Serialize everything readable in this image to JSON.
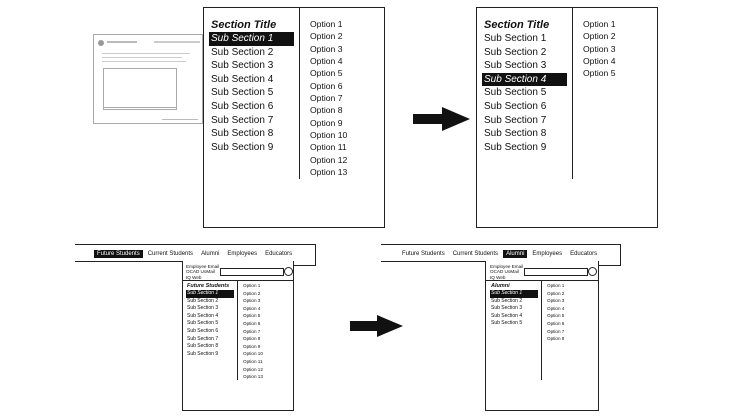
{
  "panel_top_left": {
    "title": "Section Title",
    "sections": [
      "Sub Section 1",
      "Sub Section 2",
      "Sub Section 3",
      "Sub Section 4",
      "Sub Section 5",
      "Sub Section 6",
      "Sub Section 7",
      "Sub Section 8",
      "Sub Section 9"
    ],
    "highlighted": 0,
    "options": [
      "Option 1",
      "Option 2",
      "Option 3",
      "Option 4",
      "Option 5",
      "Option 6",
      "Option 7",
      "Option 8",
      "Option 9",
      "Option 10",
      "Option 11",
      "Option 12",
      "Option 13"
    ]
  },
  "panel_top_right": {
    "title": "Section Title",
    "sections": [
      "Sub Section 1",
      "Sub Section 2",
      "Sub Section 3",
      "Sub Section 4",
      "Sub Section 5",
      "Sub Section 6",
      "Sub Section 7",
      "Sub Section 8",
      "Sub Section 9"
    ],
    "highlighted": 3,
    "options": [
      "Option 1",
      "Option 2",
      "Option 3",
      "Option 4",
      "Option 5"
    ]
  },
  "bottom_left": {
    "nav": [
      "Future Students",
      "Current Students",
      "Alumni",
      "Employees",
      "Educators"
    ],
    "nav_highlighted": 0,
    "utility_links": [
      "Employee Email",
      "OCAD UoMail",
      "IQ Web"
    ],
    "title": "Future Students",
    "sections": [
      "Sub Section 1",
      "Sub Section 2",
      "Sub Section 3",
      "Sub Section 4",
      "Sub Section 5",
      "Sub Section 6",
      "Sub Section 7",
      "Sub Section 8",
      "Sub Section 9"
    ],
    "highlighted": 0,
    "options": [
      "Option 1",
      "Option 2",
      "Option 3",
      "Option 4",
      "Option 5",
      "Option 6",
      "Option 7",
      "Option 8",
      "Option 9",
      "Option 10",
      "Option 11",
      "Option 12",
      "Option 13"
    ]
  },
  "bottom_right": {
    "nav": [
      "Future Students",
      "Current Students",
      "Alumni",
      "Employees",
      "Educators"
    ],
    "nav_highlighted": 2,
    "utility_links": [
      "Employee Email",
      "OCAD UoMail",
      "IQ Web"
    ],
    "title": "Alumni",
    "sections": [
      "Sub Section 1",
      "Sub Section 2",
      "Sub Section 3",
      "Sub Section 4",
      "Sub Section 5"
    ],
    "highlighted": 0,
    "options": [
      "Option 1",
      "Option 2",
      "Option 3",
      "Option 4",
      "Option 5",
      "Option 6",
      "Option 7",
      "Option 8"
    ]
  },
  "colors": {
    "ink": "#111111",
    "highlight_text": "#ffffff",
    "thumb_gray": "#aaaaaa"
  }
}
